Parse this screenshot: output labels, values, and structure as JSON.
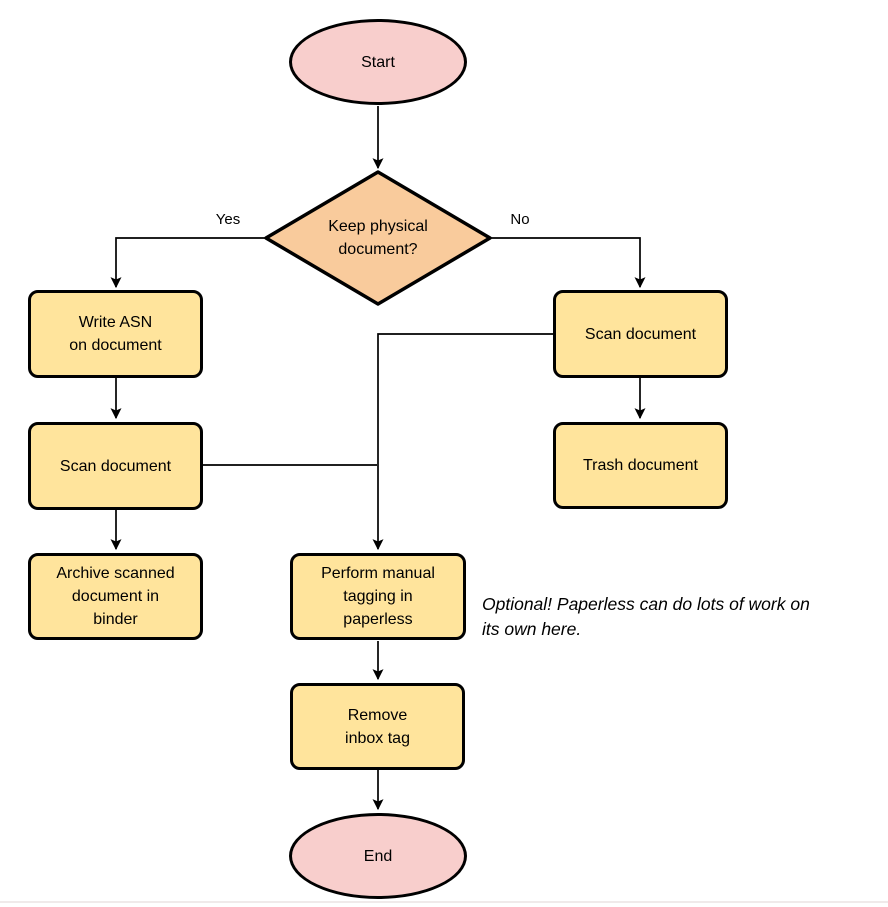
{
  "colors": {
    "node_fill": "#ffe49c",
    "decision_fill": "#f9cb9c",
    "terminator_fill": "#f8cecc",
    "stroke": "#000000",
    "background": "#ffffff"
  },
  "nodes": {
    "start": {
      "label": "Start"
    },
    "decision": {
      "label": "Keep physical\ndocument?"
    },
    "write_asn": {
      "label": "Write ASN\non document"
    },
    "scan_left": {
      "label": "Scan document"
    },
    "archive": {
      "label": "Archive scanned\ndocument in\nbinder"
    },
    "scan_right": {
      "label": "Scan document"
    },
    "trash": {
      "label": "Trash document"
    },
    "tagging": {
      "label": "Perform manual\ntagging in\npaperless"
    },
    "remove_tag": {
      "label": "Remove\ninbox tag"
    },
    "end": {
      "label": "End"
    }
  },
  "edges": {
    "yes_label": "Yes",
    "no_label": "No"
  },
  "annotation": "Optional! Paperless can do lots of work on\nits own here."
}
